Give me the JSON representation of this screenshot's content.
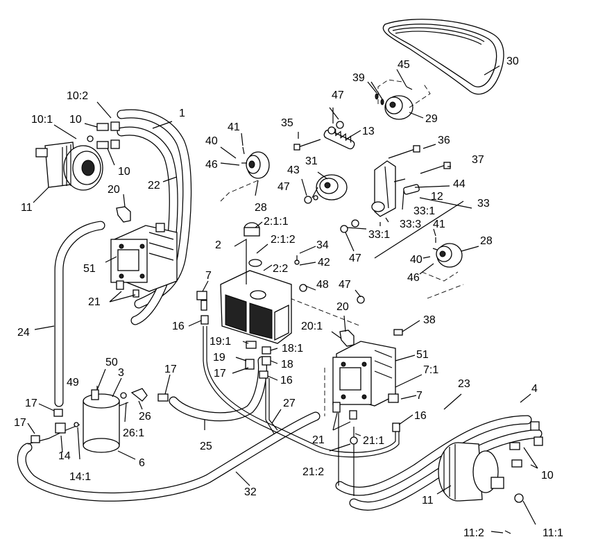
{
  "callouts": [
    {
      "id": "c30",
      "text": "30"
    },
    {
      "id": "c45",
      "text": "45"
    },
    {
      "id": "c39",
      "text": "39"
    },
    {
      "id": "c29",
      "text": "29"
    },
    {
      "id": "c47a",
      "text": "47"
    },
    {
      "id": "c35",
      "text": "35"
    },
    {
      "id": "c13",
      "text": "13"
    },
    {
      "id": "c36",
      "text": "36"
    },
    {
      "id": "c37",
      "text": "37"
    },
    {
      "id": "c31",
      "text": "31"
    },
    {
      "id": "c43",
      "text": "43"
    },
    {
      "id": "c47b",
      "text": "47"
    },
    {
      "id": "c44",
      "text": "44"
    },
    {
      "id": "c12",
      "text": "12"
    },
    {
      "id": "c33",
      "text": "33"
    },
    {
      "id": "c33_1a",
      "text": "33:1"
    },
    {
      "id": "c33_3",
      "text": "33:3"
    },
    {
      "id": "c33_1b",
      "text": "33:1"
    },
    {
      "id": "c47c",
      "text": "47"
    },
    {
      "id": "c41a",
      "text": "41"
    },
    {
      "id": "c28a",
      "text": "28"
    },
    {
      "id": "c40a",
      "text": "40"
    },
    {
      "id": "c46a",
      "text": "46"
    },
    {
      "id": "c10_2",
      "text": "10:2"
    },
    {
      "id": "c1",
      "text": "1"
    },
    {
      "id": "c10_1",
      "text": "10:1"
    },
    {
      "id": "c10a",
      "text": "10"
    },
    {
      "id": "c10b",
      "text": "10"
    },
    {
      "id": "c41b",
      "text": "41"
    },
    {
      "id": "c40b",
      "text": "40"
    },
    {
      "id": "c46b",
      "text": "46"
    },
    {
      "id": "c22",
      "text": "22"
    },
    {
      "id": "c11a",
      "text": "11"
    },
    {
      "id": "c20a",
      "text": "20"
    },
    {
      "id": "c28b",
      "text": "28"
    },
    {
      "id": "c2_1_1",
      "text": "2:1:1"
    },
    {
      "id": "c2",
      "text": "2"
    },
    {
      "id": "c2_1_2",
      "text": "2:1:2"
    },
    {
      "id": "c51a",
      "text": "51"
    },
    {
      "id": "c34",
      "text": "34"
    },
    {
      "id": "c2_2",
      "text": "2:2"
    },
    {
      "id": "c42",
      "text": "42"
    },
    {
      "id": "c7a",
      "text": "7"
    },
    {
      "id": "c48",
      "text": "48"
    },
    {
      "id": "c47d",
      "text": "47"
    },
    {
      "id": "c21a",
      "text": "21"
    },
    {
      "id": "c24",
      "text": "24"
    },
    {
      "id": "c16a",
      "text": "16"
    },
    {
      "id": "c20b",
      "text": "20"
    },
    {
      "id": "c38",
      "text": "38"
    },
    {
      "id": "c20_1",
      "text": "20:1"
    },
    {
      "id": "c19_1",
      "text": "19:1"
    },
    {
      "id": "c18_1",
      "text": "18:1"
    },
    {
      "id": "c51b",
      "text": "51"
    },
    {
      "id": "c19",
      "text": "19"
    },
    {
      "id": "c18",
      "text": "18"
    },
    {
      "id": "c50",
      "text": "50"
    },
    {
      "id": "c7_1",
      "text": "7:1"
    },
    {
      "id": "c17a",
      "text": "17"
    },
    {
      "id": "c16b",
      "text": "16"
    },
    {
      "id": "c3",
      "text": "3"
    },
    {
      "id": "c17b",
      "text": "17"
    },
    {
      "id": "c49",
      "text": "49"
    },
    {
      "id": "c23",
      "text": "23"
    },
    {
      "id": "c4",
      "text": "4"
    },
    {
      "id": "c7b",
      "text": "7"
    },
    {
      "id": "c27",
      "text": "27"
    },
    {
      "id": "c17c",
      "text": "17"
    },
    {
      "id": "c26",
      "text": "26"
    },
    {
      "id": "c16c",
      "text": "16"
    },
    {
      "id": "c26_1",
      "text": "26:1"
    },
    {
      "id": "c17d",
      "text": "17"
    },
    {
      "id": "c25",
      "text": "25"
    },
    {
      "id": "c21b",
      "text": "21"
    },
    {
      "id": "c21_1",
      "text": "21:1"
    },
    {
      "id": "c10c",
      "text": "10"
    },
    {
      "id": "c14",
      "text": "14"
    },
    {
      "id": "c6",
      "text": "6"
    },
    {
      "id": "c14_1",
      "text": "14:1"
    },
    {
      "id": "c21_2",
      "text": "21:2"
    },
    {
      "id": "c32",
      "text": "32"
    },
    {
      "id": "c11b",
      "text": "11"
    },
    {
      "id": "c11_2",
      "text": "11:2"
    },
    {
      "id": "c11_1",
      "text": "11:1"
    }
  ]
}
